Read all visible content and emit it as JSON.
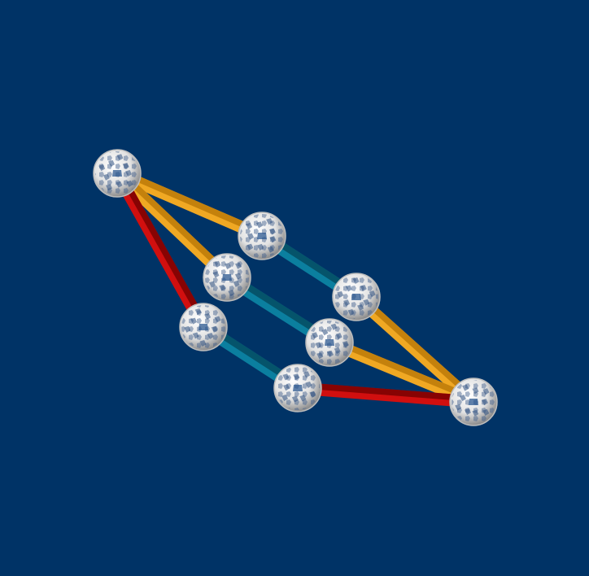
{
  "scene": {
    "background": "#003366",
    "description_type": "3d-molecular-structure",
    "colors": {
      "node": "#e6e6e6",
      "node_shadow": "#9a9a9a",
      "edge_yellow": "#f0a823",
      "edge_yellow_dark": "#b57405",
      "edge_red": "#d10f0f",
      "edge_red_dark": "#6d0000",
      "edge_teal": "#0b7f9f",
      "edge_teal_dark": "#04465a"
    },
    "nodes": [
      {
        "id": "n1"
      },
      {
        "id": "n2"
      },
      {
        "id": "n3"
      },
      {
        "id": "n4"
      },
      {
        "id": "n5"
      },
      {
        "id": "n6"
      },
      {
        "id": "n7"
      },
      {
        "id": "n8"
      }
    ],
    "edges": [
      {
        "from": "n1",
        "to": "n2",
        "kind": "yellow"
      },
      {
        "from": "n1",
        "to": "n3",
        "kind": "yellow"
      },
      {
        "from": "n1",
        "to": "n4",
        "kind": "red"
      },
      {
        "from": "n2",
        "to": "n5",
        "kind": "teal"
      },
      {
        "from": "n3",
        "to": "n6",
        "kind": "teal"
      },
      {
        "from": "n4",
        "to": "n7",
        "kind": "teal"
      },
      {
        "from": "n5",
        "to": "n8",
        "kind": "yellow"
      },
      {
        "from": "n6",
        "to": "n8",
        "kind": "yellow"
      },
      {
        "from": "n7",
        "to": "n8",
        "kind": "red"
      }
    ]
  }
}
